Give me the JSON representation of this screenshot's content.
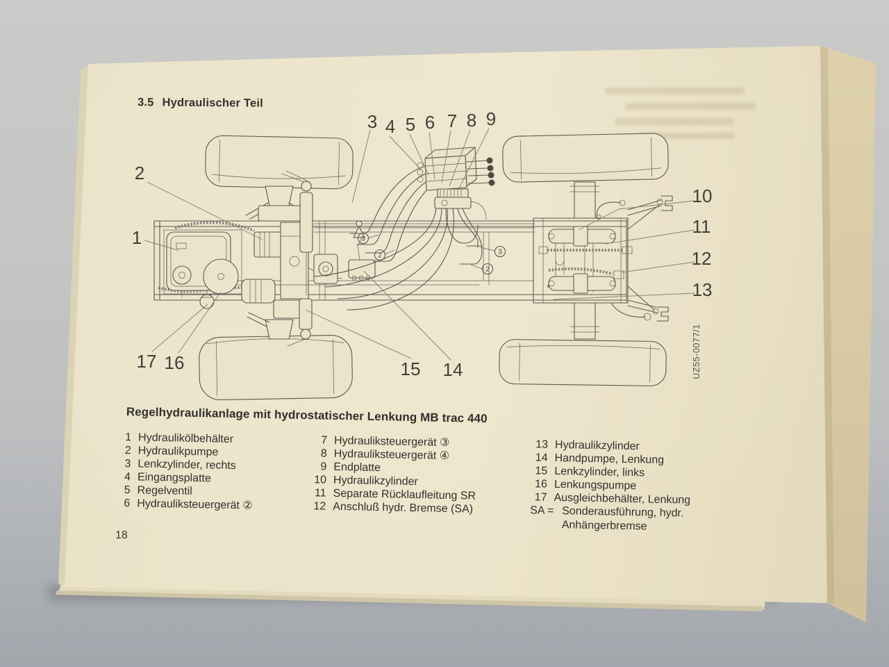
{
  "photo": {
    "background_color": "#c5c6c4",
    "page_color": "#ece4ca",
    "cover_color": "#d9cba6",
    "ink_color": "#33322e"
  },
  "document": {
    "section_number": "3.5",
    "section_title": "Hydraulischer Teil",
    "caption": "Regelhydraulikanlage mit hydrostatischer Lenkung MB trac 440",
    "page_number": "18",
    "drawing_code": "UZ55-0077/1"
  },
  "diagram": {
    "callouts": [
      "1",
      "2",
      "3",
      "4",
      "5",
      "6",
      "7",
      "8",
      "9",
      "10",
      "11",
      "12",
      "13",
      "14",
      "15",
      "16",
      "17"
    ],
    "inline_labels": [
      "3",
      "2",
      "3",
      "2"
    ]
  },
  "legend": {
    "col1": [
      {
        "num": "1",
        "text": "Hydraulikölbehälter"
      },
      {
        "num": "2",
        "text": "Hydraulikpumpe"
      },
      {
        "num": "3",
        "text": "Lenkzylinder, rechts"
      },
      {
        "num": "4",
        "text": "Eingangsplatte"
      },
      {
        "num": "5",
        "text": "Regelventil"
      },
      {
        "num": "6",
        "text": "Hydrauliksteuergerät ②"
      }
    ],
    "col2": [
      {
        "num": "7",
        "text": "Hydrauliksteuergerät ③"
      },
      {
        "num": "8",
        "text": "Hydrauliksteuergerät ④"
      },
      {
        "num": "9",
        "text": "Endplatte"
      },
      {
        "num": "10",
        "text": "Hydraulikzylinder"
      },
      {
        "num": "11",
        "text": "Separate Rücklaufleitung SR"
      },
      {
        "num": "12",
        "text": "Anschluß hydr. Bremse (SA)"
      }
    ],
    "col3": [
      {
        "num": "13",
        "text": "Hydraulikzylinder"
      },
      {
        "num": "14",
        "text": "Handpumpe, Lenkung"
      },
      {
        "num": "15",
        "text": "Lenkzylinder, links"
      },
      {
        "num": "16",
        "text": "Lenkungspumpe"
      },
      {
        "num": "17",
        "text": "Ausgleichbehälter, Lenkung"
      }
    ],
    "note": {
      "key": "SA =",
      "line1": "Sonderausführung, hydr.",
      "line2": "Anhängerbremse"
    }
  }
}
